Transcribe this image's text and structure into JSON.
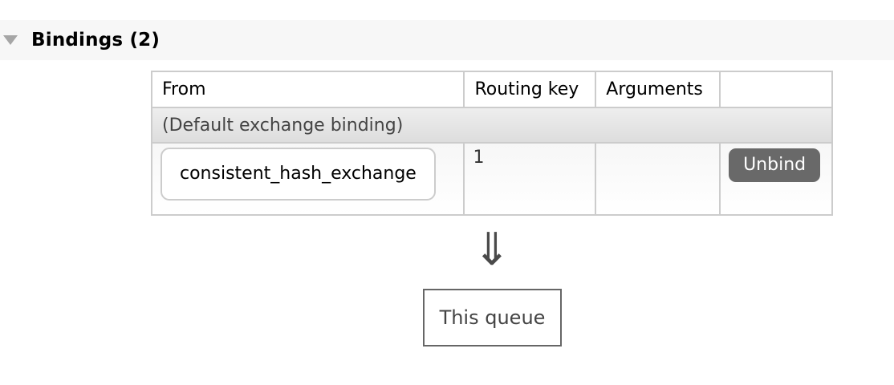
{
  "section": {
    "title": "Bindings (2)"
  },
  "bindings_table": {
    "headers": [
      "From",
      "Routing key",
      "Arguments",
      ""
    ],
    "info_row": {
      "label": "(Default exchange binding)"
    },
    "binding_row": {
      "from": "consistent_hash_exchange",
      "routing_key": "1",
      "arguments": "",
      "unbind_label": "Unbind"
    }
  },
  "diagram": {
    "arrow_glyph": "⇓",
    "queue_label": "This queue"
  },
  "colors": {
    "section_header_bg": "#f7f7f7",
    "table_border": "#cccccc",
    "info_row_bg_top": "#eeeeee",
    "info_row_bg_bottom": "#dddddd",
    "unbind_button_bg": "#696969",
    "unbind_button_text": "#ffffff",
    "queue_box_border": "#666666"
  }
}
